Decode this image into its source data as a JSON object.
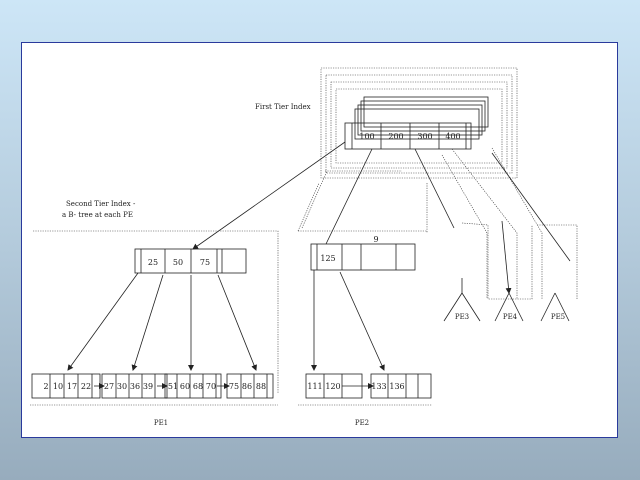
{
  "diagram": {
    "first_tier_label": "First Tier Index",
    "first_tier_keys": [
      "100",
      "200",
      "300",
      "400"
    ],
    "second_tier_label_line1": "Second Tier Index -",
    "second_tier_label_line2": "a B- tree at each PE",
    "pe1": {
      "label": "PE1",
      "index_keys": [
        "25",
        "50",
        "75"
      ],
      "leaves": [
        [
          "2",
          "10",
          "17",
          "22"
        ],
        [
          "27",
          "30",
          "36",
          "39"
        ],
        [
          "51",
          "60",
          "68",
          "70"
        ],
        [
          "75",
          "86",
          "88"
        ]
      ]
    },
    "pe2": {
      "label": "PE2",
      "index_keys": [
        "125"
      ],
      "leaves": [
        [
          "111",
          "120"
        ],
        [
          "133",
          "136"
        ]
      ]
    },
    "other_pes": [
      "PE3",
      "PE4",
      "PE5"
    ],
    "colors": {
      "border": "#2a3a9c",
      "background_top": "#cde6f7",
      "background_bottom": "#97acbd"
    }
  }
}
